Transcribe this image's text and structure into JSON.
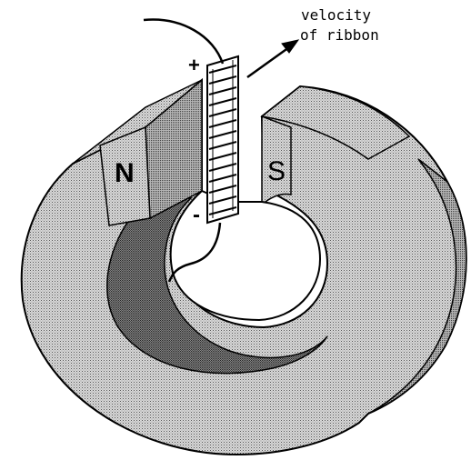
{
  "labels": {
    "velocity_line1": "velocity",
    "velocity_line2": "of ribbon",
    "north_pole": "N",
    "south_pole": "S",
    "positive_terminal": "+",
    "negative_terminal": "-"
  },
  "colors": {
    "magnet_light": "#cfcfcf",
    "magnet_mid": "#a8a8a8",
    "magnet_dark": "#7a7a7a",
    "outline": "#000000",
    "background": "#ffffff"
  }
}
